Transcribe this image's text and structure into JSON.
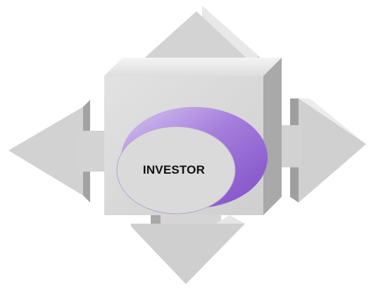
{
  "diagram": {
    "center_label": "INVESTOR",
    "arrows": [
      "up",
      "down",
      "left",
      "right"
    ]
  },
  "colors": {
    "arrow_face": "#d4d4d4",
    "arrow_light": "#eeeeee",
    "arrow_dark": "#9c9c9c",
    "arrow_shadow": "#b3b3b3",
    "ellipse_fill": "#dcdcdc",
    "crescent": "#9b6fd3",
    "crescent_light": "#c9b2ea"
  }
}
